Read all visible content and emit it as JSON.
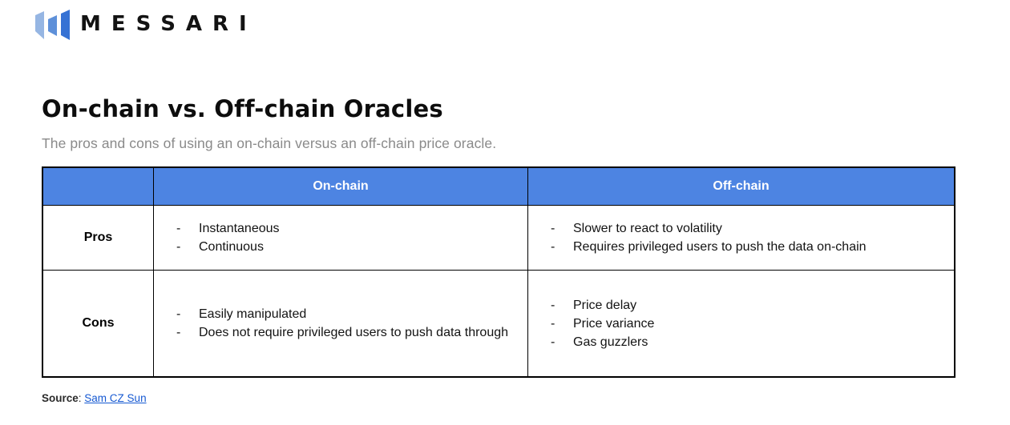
{
  "brand": {
    "wordmark": "MESSARI",
    "logo_colors": {
      "left_bar": "#96b6e3",
      "middle_bar": "#5e90d9",
      "right_bar": "#3672d4"
    }
  },
  "header": {
    "title": "On-chain vs. Off-chain Oracles",
    "subtitle": "The pros and cons of using an on-chain versus an off-chain price oracle."
  },
  "table": {
    "header_bg": "#4d84e2",
    "header_text_color": "#ffffff",
    "border_color": "#000000",
    "bullet_marker": "-",
    "columns": [
      {
        "label": ""
      },
      {
        "label": "On-chain"
      },
      {
        "label": "Off-chain"
      }
    ],
    "rows": [
      {
        "label": "Pros",
        "on_chain": [
          "Instantaneous",
          "Continuous"
        ],
        "off_chain": [
          "Slower to react to volatility",
          "Requires privileged users to push the data on-chain"
        ]
      },
      {
        "label": "Cons",
        "on_chain": [
          "Easily manipulated",
          "Does not require privileged users to push data through"
        ],
        "off_chain": [
          "Price delay",
          "Price variance",
          "Gas guzzlers"
        ]
      }
    ]
  },
  "footer": {
    "source_label": "Source",
    "source_separator": ": ",
    "source_link_text": "Sam CZ Sun",
    "link_color": "#1659d2"
  }
}
